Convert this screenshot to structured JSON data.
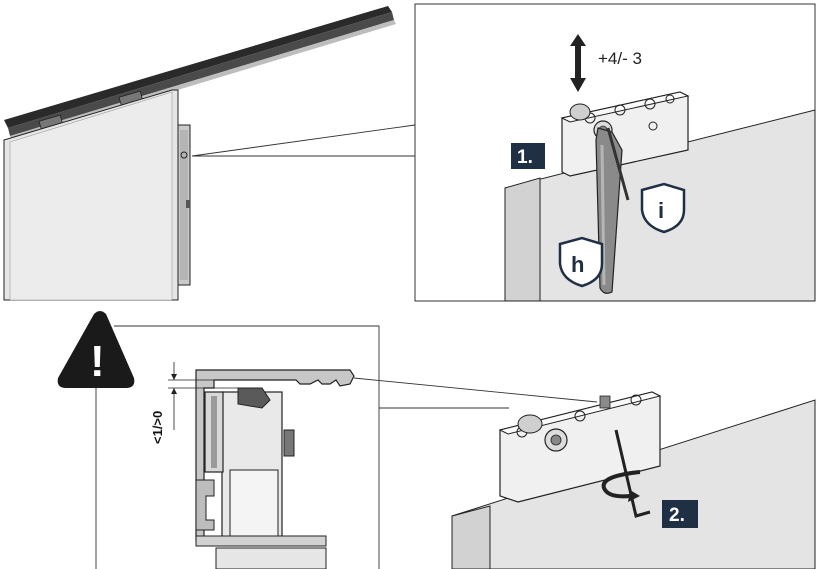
{
  "adjustment": {
    "range_label": "+4/- 3"
  },
  "steps": [
    {
      "label": "1."
    },
    {
      "label": "2."
    }
  ],
  "callouts": {
    "info_letter": "i",
    "handle_letter": "h"
  },
  "clearance": {
    "label": "<1/>0"
  },
  "warning": {
    "symbol": "!"
  },
  "colors": {
    "panel_grey": "#e8e8e8",
    "panel_dark": "#c7c7c7",
    "rail_dark": "#2a2a2a",
    "step_badge": "#1f2f44",
    "outline": "#222222"
  }
}
